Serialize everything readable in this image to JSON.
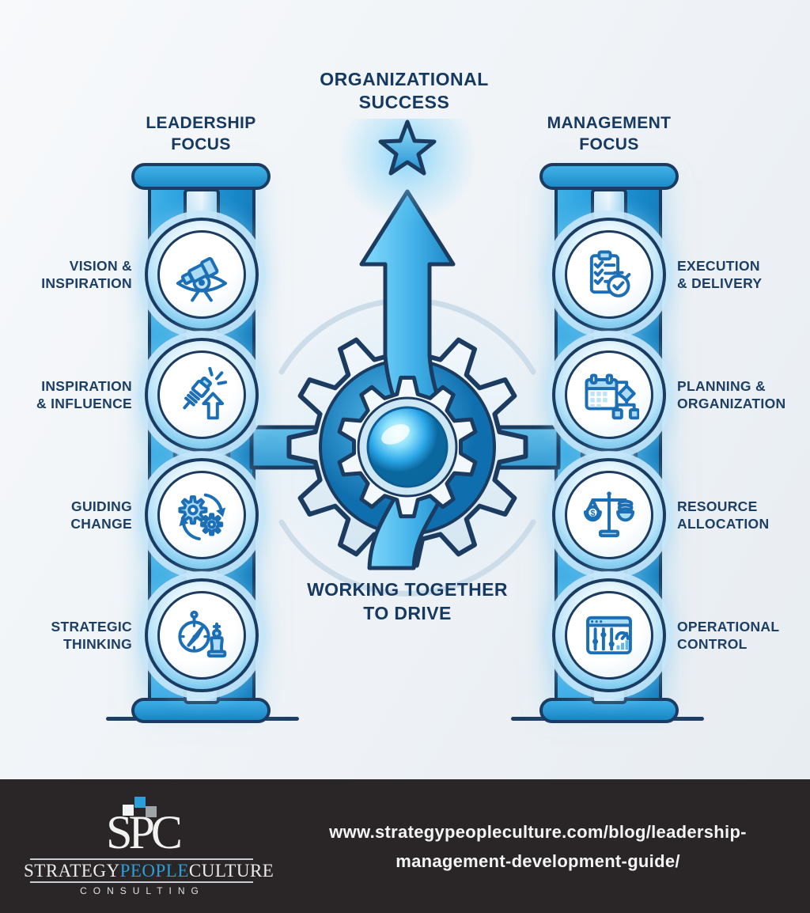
{
  "title": {
    "line1": "ORGANIZATIONAL",
    "line2": "SUCCESS"
  },
  "center": {
    "message_line1": "WORKING TOGETHER",
    "message_line2": "TO DRIVE",
    "star_icon": "success-star-icon",
    "gear_icon": "collaboration-gear-icon"
  },
  "columns": {
    "leadership": {
      "header1": "LEADERSHIP",
      "header2": "FOCUS",
      "items": [
        {
          "line1": "VISION &",
          "line2": "INSPIRATION",
          "icon": "telescope-vision-icon"
        },
        {
          "line1": "INSPIRATION",
          "line2": "& INFLUENCE",
          "icon": "spark-plug-influence-icon"
        },
        {
          "line1": "GUIDING",
          "line2": "CHANGE",
          "icon": "gears-change-icon"
        },
        {
          "line1": "STRATEGIC",
          "line2": "THINKING",
          "icon": "compass-chess-icon"
        }
      ]
    },
    "management": {
      "header1": "MANAGEMENT",
      "header2": "FOCUS",
      "items": [
        {
          "line1": "EXECUTION",
          "line2": "& DELIVERY",
          "icon": "clipboard-stopwatch-icon"
        },
        {
          "line1": "PLANNING &",
          "line2": "ORGANIZATION",
          "icon": "calendar-flowchart-icon"
        },
        {
          "line1": "RESOURCE",
          "line2": "ALLOCATION",
          "icon": "balance-scale-icon"
        },
        {
          "line1": "OPERATIONAL",
          "line2": "CONTROL",
          "icon": "dashboard-controls-icon"
        }
      ]
    }
  },
  "icons": {
    "dollar": "$"
  },
  "footer": {
    "logo": {
      "acronym": "SPC",
      "brand_strategy": "STRATEGY",
      "brand_people": "PEOPLE",
      "brand_culture": "CULTURE",
      "tagline": "CONSULTING"
    },
    "url_line1": "www.strategypeopleculture.com/blog/leadership-",
    "url_line2": "management-development-guide/"
  },
  "colors": {
    "navy_outline": "#1b3c60",
    "text_navy": "#16395f",
    "pillar_blue": "#239bdb",
    "accent_blue": "#2d9fd6",
    "footer_background": "#2a2627"
  }
}
